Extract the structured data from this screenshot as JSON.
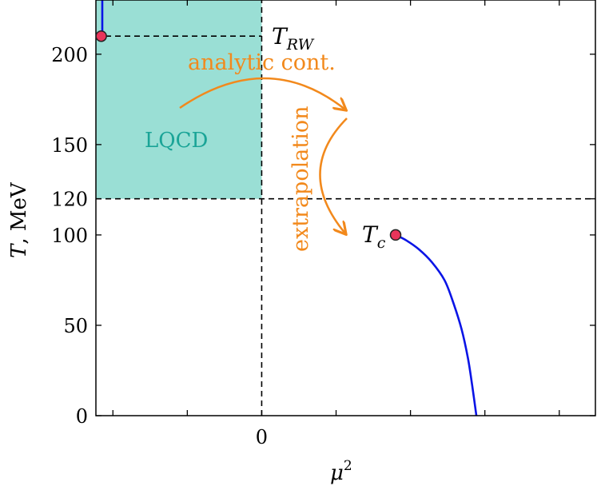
{
  "chart_data": {
    "type": "line",
    "xlabel_main": "μ",
    "xlabel_sup": "2",
    "ylabel_main": "T",
    "ylabel_rest": ", MeV",
    "x_tick_labels": [
      {
        "x": 0,
        "label": "0"
      }
    ],
    "x_minor_ticks": [
      -0.7,
      -0.35,
      0.35,
      0.7,
      1.05,
      1.4
    ],
    "y_ticks": [
      {
        "y": 0,
        "label": "0"
      },
      {
        "y": 50,
        "label": "50"
      },
      {
        "y": 100,
        "label": "100"
      },
      {
        "y": 120,
        "label": "120"
      },
      {
        "y": 150,
        "label": "150"
      },
      {
        "y": 200,
        "label": "200"
      }
    ],
    "xlim": [
      -0.78,
      1.57
    ],
    "ylim": [
      0,
      230
    ],
    "grid": false,
    "lqcd_region": {
      "label": "LQCD",
      "x": [
        -0.78,
        0
      ],
      "y": [
        120,
        230
      ],
      "color": "#9adfd5",
      "label_color": "#1aa497"
    },
    "dashed_lines": [
      {
        "from": [
          -0.78,
          210
        ],
        "to": [
          0,
          210
        ]
      },
      {
        "from": [
          0,
          0
        ],
        "to": [
          0,
          230
        ]
      },
      {
        "from": [
          -0.78,
          120
        ],
        "to": [
          1.57,
          120
        ]
      }
    ],
    "series": [
      {
        "color": "#0a14e6",
        "points": [
          [
            0.63,
            100
          ],
          [
            0.68,
            97
          ],
          [
            0.74,
            92
          ],
          [
            0.8,
            85
          ],
          [
            0.86,
            75
          ],
          [
            0.9,
            63
          ],
          [
            0.94,
            48
          ],
          [
            0.97,
            32
          ],
          [
            0.99,
            17
          ],
          [
            1.01,
            0
          ]
        ]
      },
      {
        "color": "#0a14e6",
        "points": [
          [
            -0.75,
            210
          ],
          [
            -0.75,
            230
          ]
        ]
      }
    ],
    "markers": [
      {
        "label_main": "T",
        "label_sub": "RW",
        "x": -0.755,
        "y": 210,
        "fill": "#e8345a",
        "stroke": "#222222"
      },
      {
        "label_main": "T",
        "label_sub": "c",
        "x": 0.63,
        "y": 100,
        "fill": "#e8345a",
        "stroke": "#222222"
      }
    ],
    "annotations": [
      {
        "text": "analytic cont.",
        "color": "#f2891c"
      },
      {
        "text": "extrapolation",
        "color": "#f2891c"
      }
    ],
    "arrow_color": "#f2891c"
  }
}
